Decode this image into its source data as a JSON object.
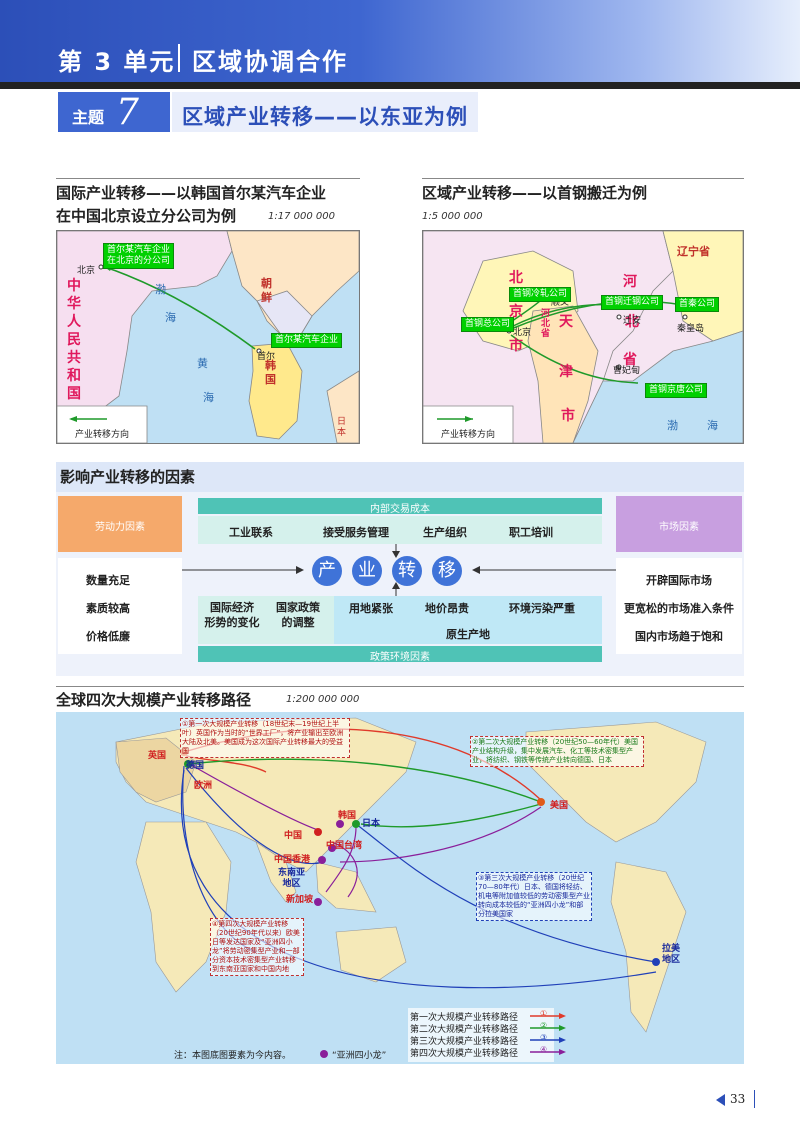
{
  "header": {
    "unit": "第 3 单元",
    "unit_title": "区域协调合作",
    "theme_label": "主题",
    "theme_number": "7",
    "theme_title": "区域产业转移——以东亚为例"
  },
  "map_korea": {
    "title_line1": "国际产业转移——以韩国首尔某汽车企业",
    "title_line2": "在中国北京设立分公司为例",
    "scale": "1:17 000 000",
    "labels": {
      "beijing": "北京",
      "branch_line1": "首尔某汽车企业",
      "branch_line2": "在北京的分公司",
      "hq": "首尔某汽车企业",
      "seoul": "首尔",
      "china": [
        "中",
        "华",
        "人",
        "民",
        "共",
        "和",
        "国"
      ],
      "korea": [
        "韩",
        "国"
      ],
      "dprk": [
        "朝",
        "鲜"
      ],
      "bohai": "渤",
      "hai": "海",
      "huang": "黄",
      "hai2": "海",
      "japan": "日本"
    },
    "legend": "产业转移方向"
  },
  "map_shougang": {
    "title": "区域产业转移——以首钢搬迁为例",
    "scale": "1:5 000 000",
    "labels": {
      "bei": "北",
      "jing": "京",
      "shi": "市",
      "tian": "天",
      "jin": "津",
      "shi2": "市",
      "he": "河",
      "bei2": "北",
      "sheng": "省",
      "hebei_small": [
        "河",
        "北",
        "省"
      ],
      "liaoning": "辽宁省",
      "shunyi": "顺义",
      "beijing": "北京",
      "qianan": "迁安",
      "qinhuangdao": "秦皇岛",
      "caofeidian": "曹妃甸",
      "bohai": "渤",
      "hai": "海",
      "hq": "首钢总公司",
      "lengzha": "首钢冷轧公司",
      "qiangang": "首钢迁钢公司",
      "shouqin": "首秦公司",
      "jingtang": "首钢京唐公司"
    },
    "legend": "产业转移方向"
  },
  "factors": {
    "title": "影响产业转移的因素",
    "labor_title": "劳动力因素",
    "labor_items": [
      "数量充足",
      "素质较高",
      "价格低廉"
    ],
    "market_title": "市场因素",
    "market_items": [
      "开辟国际市场",
      "更宽松的市场准入条件",
      "国内市场趋于饱和"
    ],
    "internal_cost": "内部交易成本",
    "internal_items": [
      "工业联系",
      "接受服务管理",
      "生产组织",
      "职工培训"
    ],
    "core": [
      "产",
      "业",
      "转",
      "移"
    ],
    "policy_items": [
      "国际经济\n形势的变化",
      "国家政策\n的调整"
    ],
    "origin_items": [
      "用地紧张",
      "地价昂贵",
      "环境污染严重"
    ],
    "origin_label": "原生产地",
    "policy_env": "政策环境因素"
  },
  "world_map": {
    "title": "全球四次大规模产业转移路径",
    "scale": "1:200 000 000",
    "places": {
      "uk": "英国",
      "germany": "德国",
      "europe": "欧洲",
      "usa": "美国",
      "japan": "日本",
      "korea": "韩国",
      "china": "中国",
      "taiwan": "中国台湾",
      "hongkong": "中国香港",
      "sea": "东南亚\n地区",
      "singapore": "新加坡",
      "latam": "拉美\n地区"
    },
    "annotations": {
      "first": "①第一次大规模产业转移（18世纪末—19世纪上半叶）英国作为当时的“世界工厂”，将产业输出至欧洲大陆及北美。美国成为这次国际产业转移最大的受益国",
      "second": "②第二次大规模产业转移（20世纪50—60年代）美国产业结构升级，集中发展汽车、化工等技术密集型产业，将纺织、钢铁等传统产业转向德国、日本",
      "third": "③第三次大规模产业转移（20世纪70—80年代）日本、德国将轻纺、机电等附加值较低的劳动密集型产业转向成本较低的“亚洲四小龙”和部分拉美国家",
      "fourth": "④第四次大规模产业转移（20世纪90年代以来）欧美日等发达国家及“亚洲四小龙”将劳动密集型产业和一部分资本技术密集型产业转移到东南亚国家和中国内地"
    },
    "legend": [
      {
        "label": "第一次大规模产业转移路径",
        "num": "①",
        "color": "#e03a2a"
      },
      {
        "label": "第二次大规模产业转移路径",
        "num": "②",
        "color": "#1f9a2a"
      },
      {
        "label": "第三次大规模产业转移路径",
        "num": "③",
        "color": "#2040b8"
      },
      {
        "label": "第四次大规模产业转移路径",
        "num": "④",
        "color": "#8a1f9a"
      }
    ],
    "note": "注：本图底图要素为今内容。",
    "note_dragon": "“亚洲四小龙”"
  },
  "page_number": "33"
}
